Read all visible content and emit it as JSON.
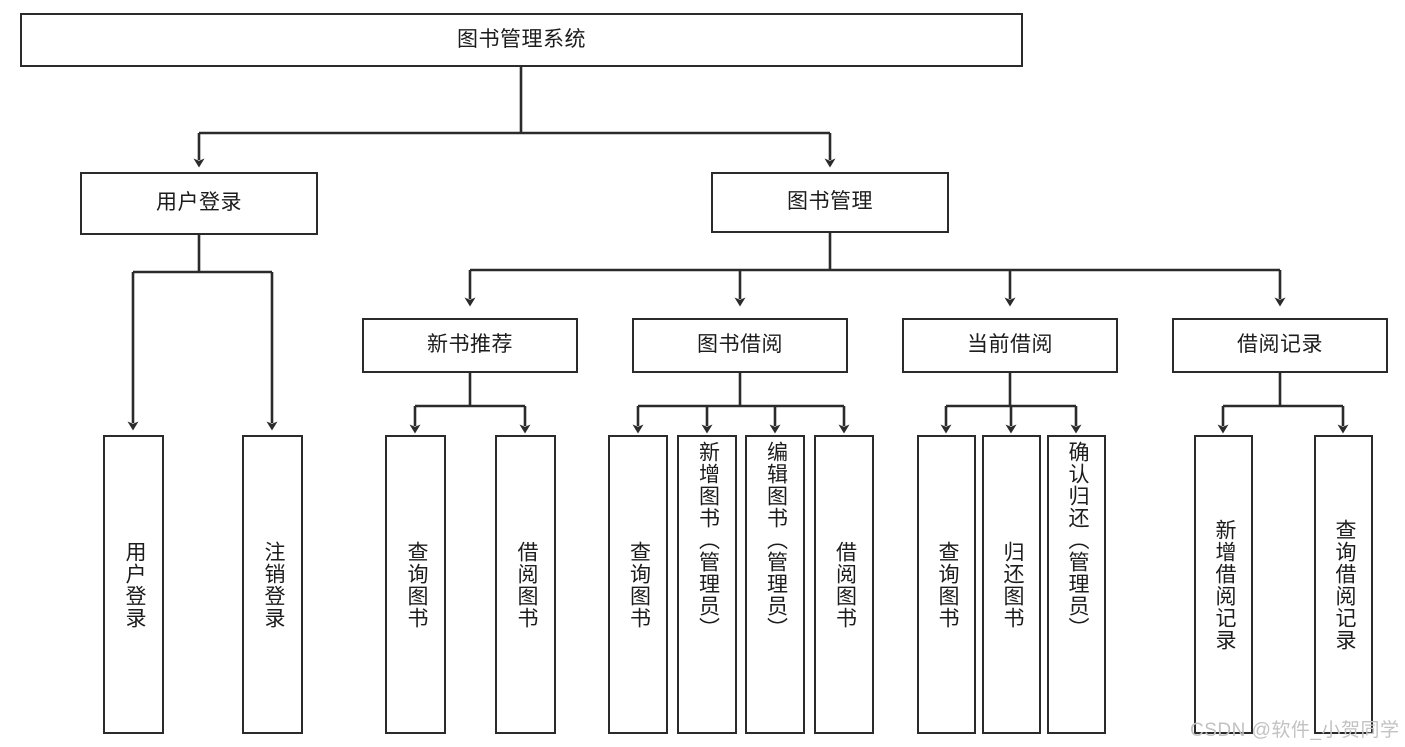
{
  "diagram": {
    "title_box": {
      "label": "图书管理系统"
    },
    "level2": [
      {
        "id": "user-login",
        "label": "用户登录"
      },
      {
        "id": "book-management",
        "label": "图书管理"
      }
    ],
    "level3": [
      {
        "id": "new-book-recommendation",
        "label": "新书推荐"
      },
      {
        "id": "book-borrowing",
        "label": "图书借阅"
      },
      {
        "id": "current-borrowing",
        "label": "当前借阅"
      },
      {
        "id": "borrowing-records",
        "label": "借阅记录"
      }
    ],
    "leaves": [
      {
        "id": "leaf-user-login",
        "label": "用户登录",
        "parent": "user-login"
      },
      {
        "id": "leaf-logout-login",
        "label": "注销登录",
        "parent": "user-login"
      },
      {
        "id": "leaf-query-books-rec",
        "label": "查询图书",
        "parent": "new-book-recommendation"
      },
      {
        "id": "leaf-borrow-books-rec",
        "label": "借阅图书",
        "parent": "new-book-recommendation"
      },
      {
        "id": "leaf-query-books-borrow",
        "label": "查询图书",
        "parent": "book-borrowing"
      },
      {
        "id": "leaf-add-book-admin",
        "label": "新增图书（管理员）",
        "parent": "book-borrowing"
      },
      {
        "id": "leaf-edit-book-admin",
        "label": "编辑图书（管理员）",
        "parent": "book-borrowing"
      },
      {
        "id": "leaf-borrow-books",
        "label": "借阅图书",
        "parent": "book-borrowing"
      },
      {
        "id": "leaf-query-books-current",
        "label": "查询图书",
        "parent": "current-borrowing"
      },
      {
        "id": "leaf-return-books",
        "label": "归还图书",
        "parent": "current-borrowing"
      },
      {
        "id": "leaf-confirm-return-admin",
        "label": "确认归还（管理员）",
        "parent": "current-borrowing"
      },
      {
        "id": "leaf-add-borrow-record",
        "label": "新增借阅记录",
        "parent": "borrowing-records"
      },
      {
        "id": "leaf-query-borrow-record",
        "label": "查询借阅记录",
        "parent": "borrowing-records"
      }
    ],
    "watermark": "CSDN @软件_小贺同学",
    "colors": {
      "stroke": "#2b2b2b",
      "text": "#1c1c1c",
      "background": "#ffffff",
      "watermark": "#c2c2c2"
    }
  }
}
